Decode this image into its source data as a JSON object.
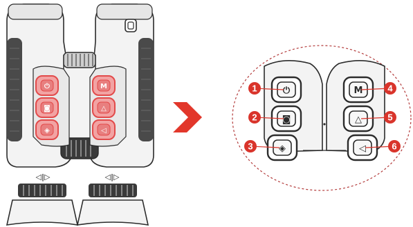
{
  "colors": {
    "highlight": "#e24a4a",
    "highlight_fill": "#f2a3a3",
    "arrow": "#e2372b",
    "callout": "#d9342b",
    "outline": "#2b2b2b",
    "body": "#f3f3f3",
    "grip": "#4a4a4a",
    "dashed_ellipse": "#b33b3b"
  },
  "device_label": "◁|▷",
  "left_panel": {
    "buttons": [
      {
        "icon": "power-icon",
        "glyph": "⏻"
      },
      {
        "icon": "camera-icon",
        "glyph": "◙"
      },
      {
        "icon": "record-icon",
        "glyph": "◈"
      },
      {
        "icon": "menu-m-icon",
        "glyph": "M"
      },
      {
        "icon": "up-triangle-icon",
        "glyph": "△"
      },
      {
        "icon": "left-triangle-icon",
        "glyph": "◁"
      }
    ]
  },
  "detail_panel": {
    "buttons": [
      {
        "number": "1",
        "icon": "power-icon",
        "glyph": "⏻"
      },
      {
        "number": "2",
        "icon": "camera-icon",
        "glyph": "◙"
      },
      {
        "number": "3",
        "icon": "record-icon",
        "glyph": "◈"
      },
      {
        "number": "4",
        "icon": "menu-m-icon",
        "glyph": "M"
      },
      {
        "number": "5",
        "icon": "up-triangle-icon",
        "glyph": "△"
      },
      {
        "number": "6",
        "icon": "left-triangle-icon",
        "glyph": "◁"
      }
    ]
  }
}
